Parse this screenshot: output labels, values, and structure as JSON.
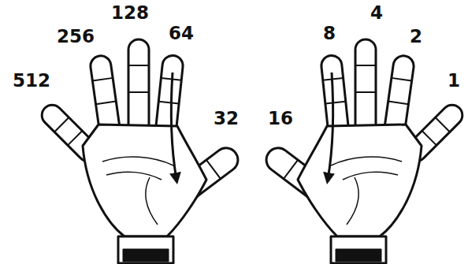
{
  "diagram": {
    "labels": [
      "512",
      "256",
      "128",
      "64",
      "32",
      "16",
      "8",
      "4",
      "2",
      "1"
    ]
  }
}
